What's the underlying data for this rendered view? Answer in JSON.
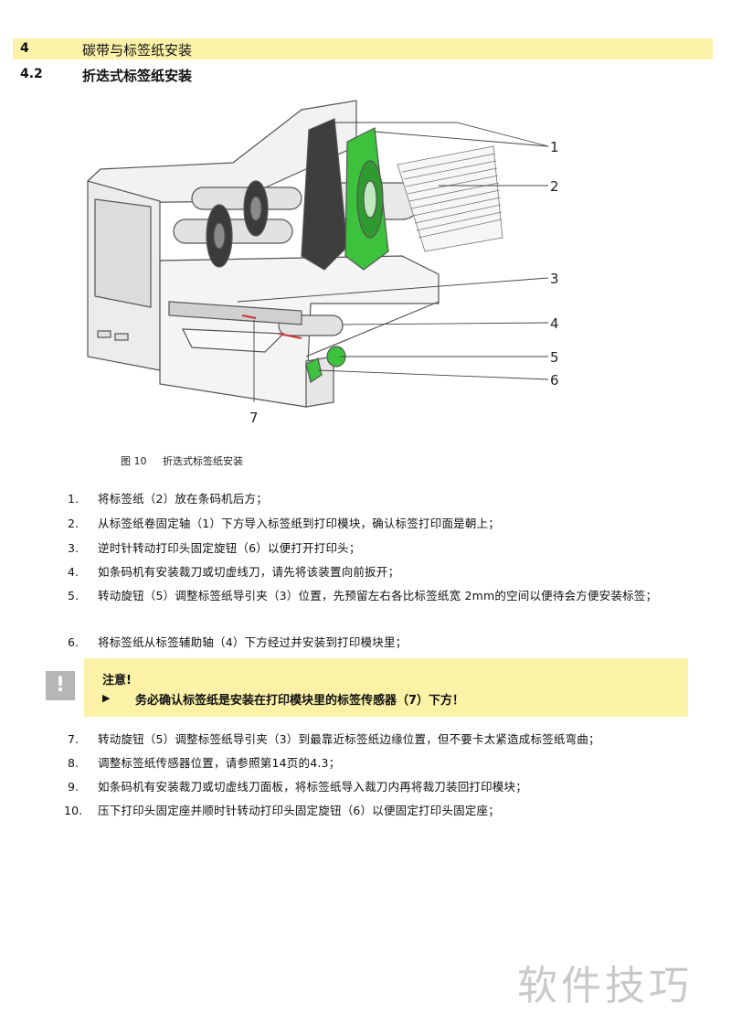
{
  "chapter": {
    "number": "4",
    "title": "碳带与标签纸安装"
  },
  "section": {
    "number": "4.2",
    "title": "折迭式标签纸安装"
  },
  "figure": {
    "caption_label": "图 10",
    "caption_text": "折迭式标签纸安装",
    "callouts": [
      "1",
      "2",
      "3",
      "4",
      "5",
      "6",
      "7"
    ]
  },
  "steps": [
    {
      "num": "1.",
      "text": "将标签纸（2）放在条码机后方；"
    },
    {
      "num": "2.",
      "text": "从标签纸卷固定轴（1）下方导入标签纸到打印模块，确认标签打印面是朝上；"
    },
    {
      "num": "3.",
      "text": "逆时针转动打印头固定旋钮（6）以便打开打印头；"
    },
    {
      "num": "4.",
      "text": "如条码机有安装裁刀或切虚线刀，请先将该装置向前扳开；"
    },
    {
      "num": "5.",
      "text": "转动旋钮（5）调整标签纸导引夹（3）位置，先预留左右各比标签纸宽  2mm的空间以便待会方便安装标签；"
    },
    {
      "num": "6.",
      "text": "将标签纸从标签辅助轴（4）下方经过并安装到打印模块里；"
    }
  ],
  "notice": {
    "title": "注意!",
    "arrow": "▶",
    "text": "务必确认标签纸是安装在打印模块里的标签传感器（7）下方！",
    "icon": "exclamation-icon"
  },
  "steps2": [
    {
      "num": "7.",
      "text": "转动旋钮（5）调整标签纸导引夹（3）到最靠近标签纸边缘位置，但不要卡太紧造成标签纸弯曲；"
    },
    {
      "num": "8.",
      "text": "调整标签纸传感器位置，请参照第14页的4.3；"
    },
    {
      "num": "9.",
      "text": "如条码机有安装裁刀或切虚线刀面板，将标签纸导入裁刀内再将裁刀装回打印模块；"
    },
    {
      "num": "10.",
      "text": "压下打印头固定座并顺时针转动打印头固定旋钮（6）以便固定打印头固定座；"
    }
  ],
  "watermark": "软件技巧",
  "colors": {
    "highlight": "#fbf2a8",
    "guide_green": "#3cc23c",
    "icon_gray": "#b6b6b6"
  }
}
